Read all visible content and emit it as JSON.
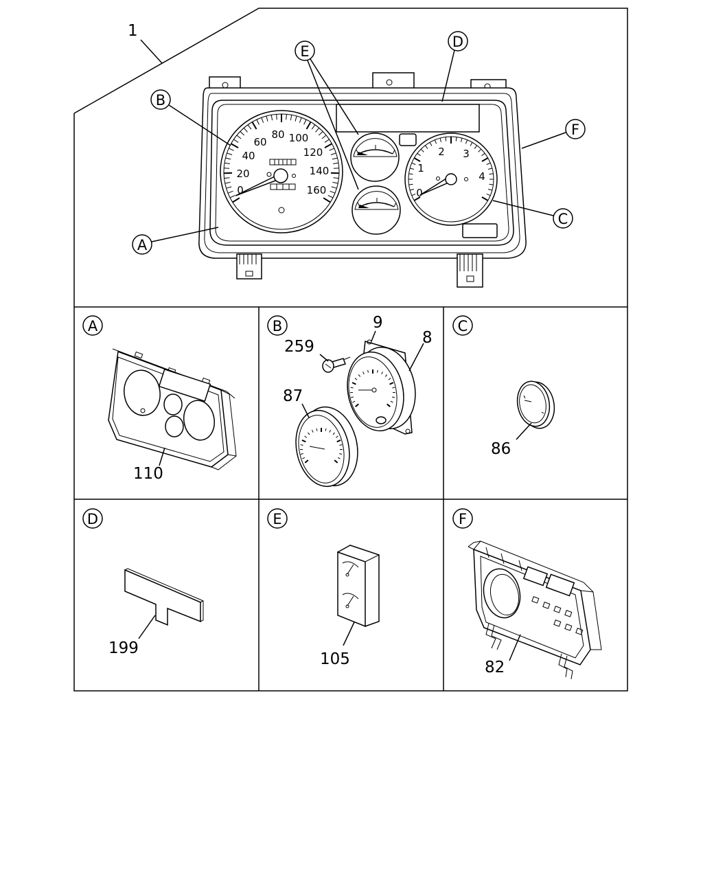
{
  "labels": {
    "main_part": "1",
    "callout_a": "A",
    "callout_b": "B",
    "callout_c": "C",
    "callout_d": "D",
    "callout_e": "E",
    "callout_f": "F"
  },
  "speedometer_ticks": [
    "0",
    "20",
    "40",
    "60",
    "80",
    "100",
    "120",
    "140",
    "160"
  ],
  "tachometer_ticks": [
    "0",
    "1",
    "2",
    "3",
    "4"
  ],
  "panels": [
    {
      "letter": "A",
      "parts": [
        "110"
      ]
    },
    {
      "letter": "B",
      "parts": [
        "259",
        "9",
        "8",
        "87"
      ]
    },
    {
      "letter": "C",
      "parts": [
        "86"
      ]
    },
    {
      "letter": "D",
      "parts": [
        "199"
      ]
    },
    {
      "letter": "E",
      "parts": [
        "105"
      ]
    },
    {
      "letter": "F",
      "parts": [
        "82"
      ]
    }
  ]
}
